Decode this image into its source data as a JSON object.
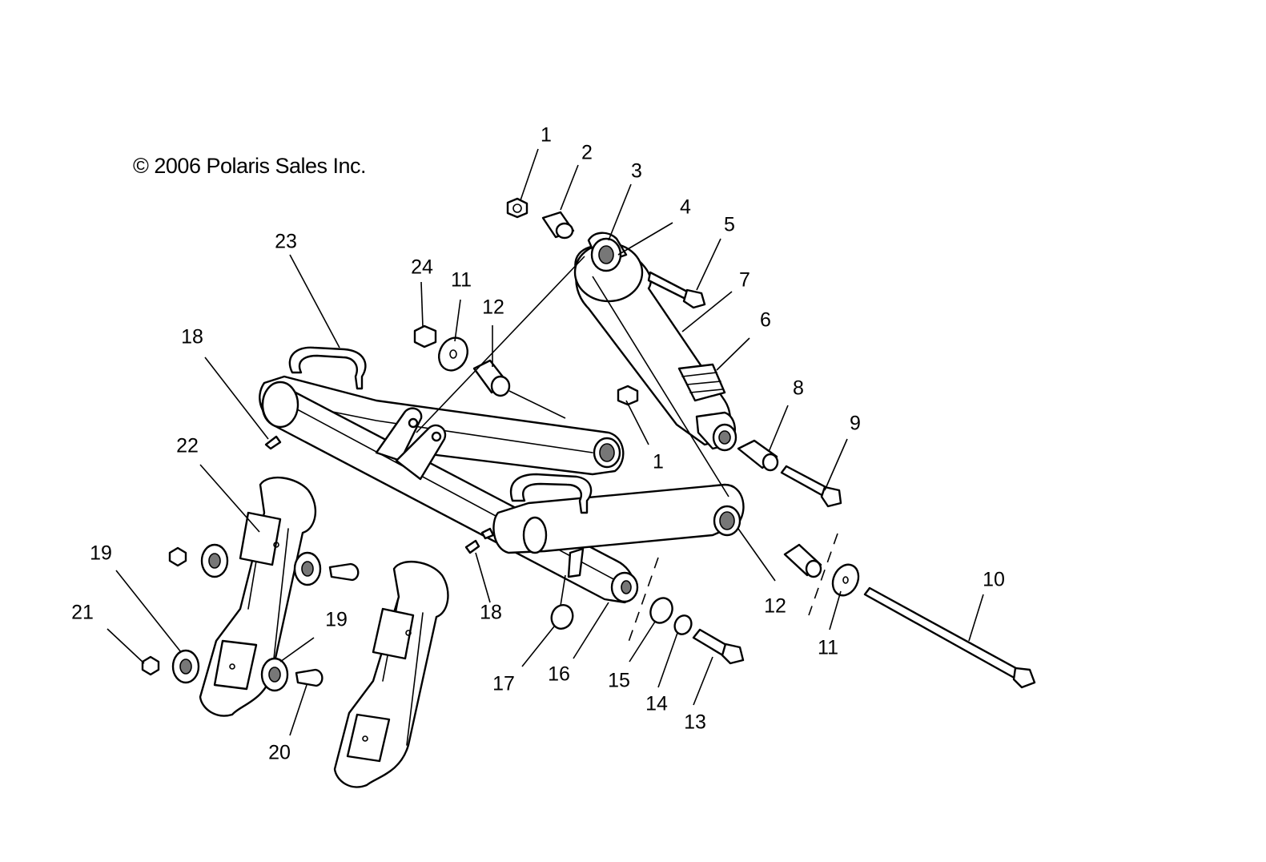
{
  "copyright": "© 2006 Polaris Sales Inc.",
  "callouts": [
    {
      "id": "c1a",
      "text": "1"
    },
    {
      "id": "c2",
      "text": "2"
    },
    {
      "id": "c3",
      "text": "3"
    },
    {
      "id": "c4",
      "text": "4"
    },
    {
      "id": "c5",
      "text": "5"
    },
    {
      "id": "c7",
      "text": "7"
    },
    {
      "id": "c6",
      "text": "6"
    },
    {
      "id": "c8",
      "text": "8"
    },
    {
      "id": "c9",
      "text": "9"
    },
    {
      "id": "c1b",
      "text": "1"
    },
    {
      "id": "c23",
      "text": "23"
    },
    {
      "id": "c24",
      "text": "24"
    },
    {
      "id": "c11a",
      "text": "11"
    },
    {
      "id": "c12a",
      "text": "12"
    },
    {
      "id": "c18a",
      "text": "18"
    },
    {
      "id": "c22",
      "text": "22"
    },
    {
      "id": "c19a",
      "text": "19"
    },
    {
      "id": "c21",
      "text": "21"
    },
    {
      "id": "c19b",
      "text": "19"
    },
    {
      "id": "c20",
      "text": "20"
    },
    {
      "id": "c18b",
      "text": "18"
    },
    {
      "id": "c17",
      "text": "17"
    },
    {
      "id": "c16",
      "text": "16"
    },
    {
      "id": "c15",
      "text": "15"
    },
    {
      "id": "c14",
      "text": "14"
    },
    {
      "id": "c13",
      "text": "13"
    },
    {
      "id": "c12b",
      "text": "12"
    },
    {
      "id": "c11b",
      "text": "11"
    },
    {
      "id": "c10",
      "text": "10"
    }
  ]
}
